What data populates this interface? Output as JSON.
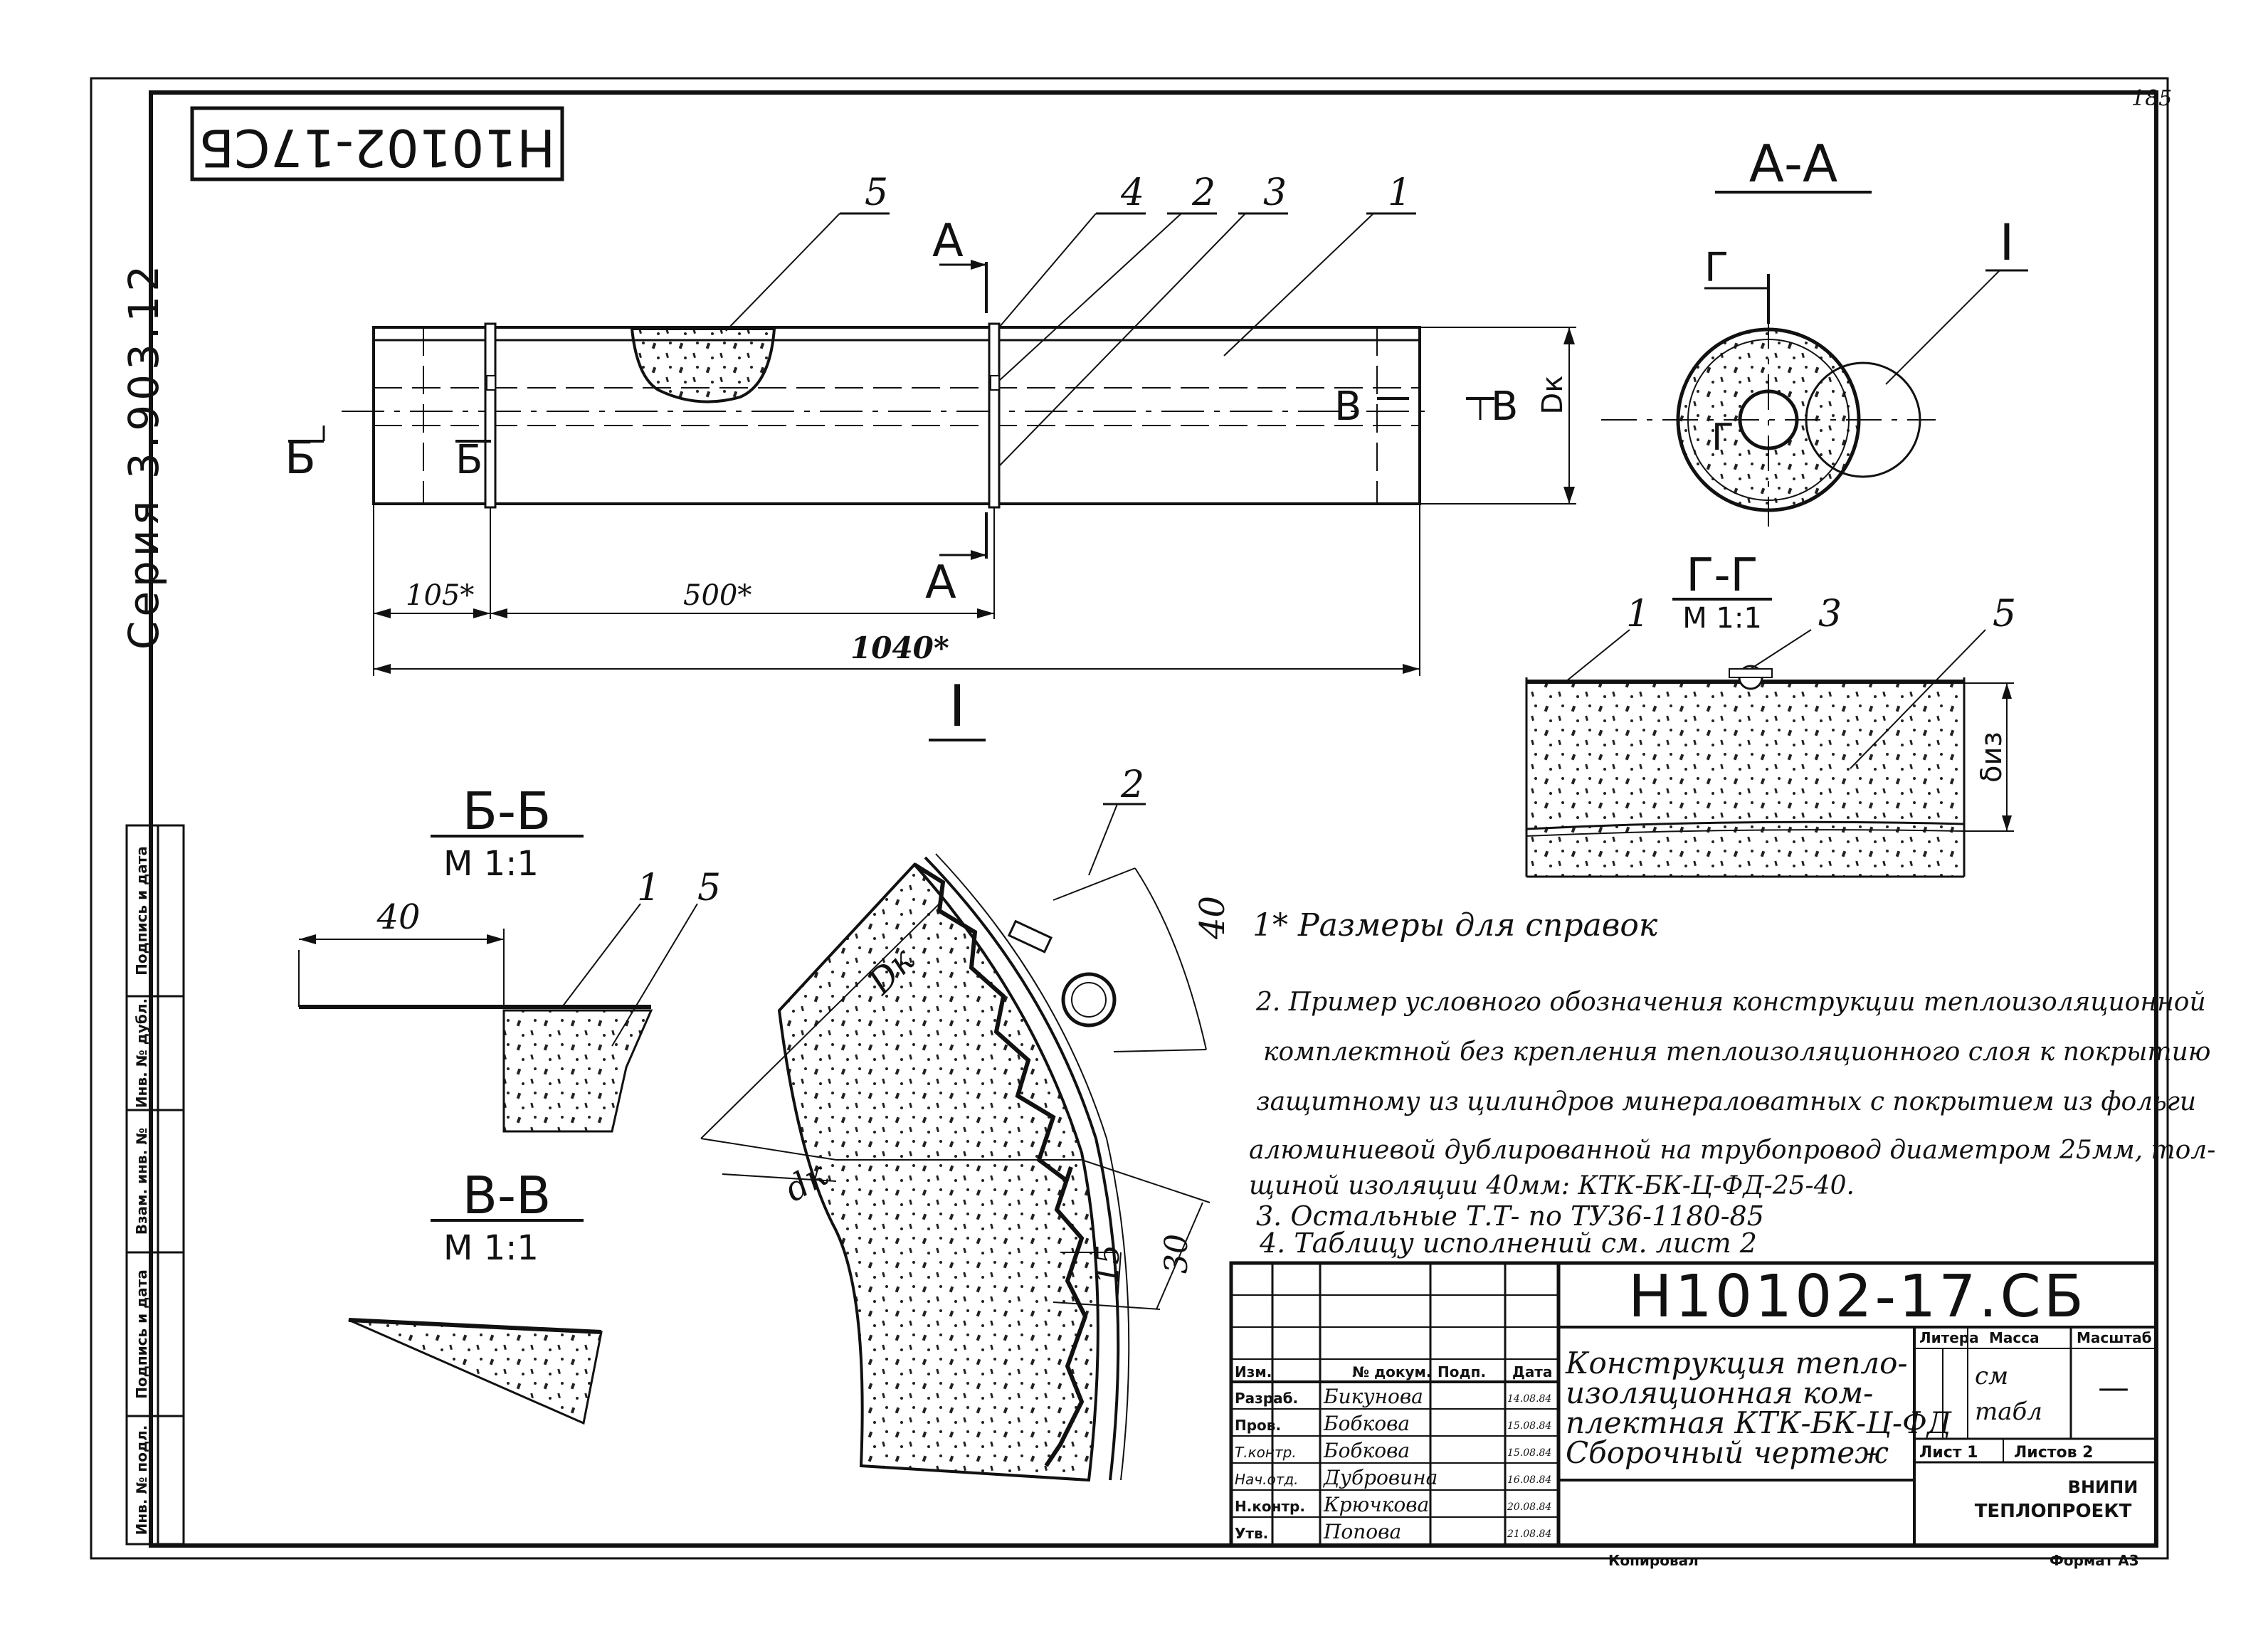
{
  "page_number": "185",
  "doc_code_rotated": "Н10102-17СБ",
  "series": "Серия 3.903.12",
  "section_aa": "А-А",
  "section_bb": "Б-Б",
  "section_vv": "В-В",
  "section_gg": "Г-Г",
  "scale_bb": "М 1:1",
  "scale_vv": "М 1:1",
  "scale_gg": "М 1:1",
  "view_label": "I",
  "view_label_aa": "I",
  "cut_a": "А",
  "cut_b": "Б",
  "cut_v": "В",
  "cut_g": "Г",
  "dk": "Dк",
  "dk_small": "dк",
  "delta_iz": "δиз",
  "callouts": [
    "5",
    "4",
    "2",
    "3",
    "1"
  ],
  "callouts_gg": [
    "1",
    "3",
    "5"
  ],
  "callouts_bb": [
    "1",
    "5"
  ],
  "callout_detail": "2",
  "dims": {
    "d105": "105*",
    "d500": "500*",
    "d1040": "1040*",
    "d40": "40",
    "d40_arc": "40",
    "d15": "15",
    "d30": "30"
  },
  "notes": {
    "n1": "1* Размеры для справок",
    "n2_l1": "2. Пример условного обозначения конструкции теплоизоляционной",
    "n2_l2": "комплектной без крепления теплоизоляционного слоя к покрытию",
    "n2_l3": "защитному из цилиндров минераловатных с покрытием из фольги",
    "n2_l4": "алюминиевой дублированной на трубопровод диаметром 25мм, тол-",
    "n2_l5": "щиной изоляции 40мм:  КТК-БК-Ц-ФД-25-40.",
    "n3": "3. Остальные  Т.Т- по  ТУ36-1180-85",
    "n4": "4. Таблицу  исполнений   см. лист 2"
  },
  "side_stamp": [
    "Инв. № подл.",
    "Подпись и дата",
    "Взам. инв. №",
    "Инв. № дубл.",
    "Подпись и дата"
  ],
  "title_block": {
    "code": "Н10102-17.СБ",
    "name_l1": "Конструкция тепло-",
    "name_l2": "изоляционная ком-",
    "name_l3": "плектная КТК-БК-Ц-ФД",
    "name_l4": "Сборочный  чертеж",
    "head_izm": "Изм.",
    "head_doc": "№ докум.",
    "head_sign": "Подп.",
    "head_date": "Дата",
    "rows": [
      {
        "role": "Разраб.",
        "name": "Бикунова",
        "date": "14.08.84"
      },
      {
        "role": "Пров.",
        "name": "Бобкова",
        "date": "15.08.84"
      },
      {
        "role": "Т.контр.",
        "name": "Бобкова",
        "date": "15.08.84"
      },
      {
        "role": "Нач.отд.",
        "name": "Дубровина",
        "date": "16.08.84"
      },
      {
        "role": "Н.контр.",
        "name": "Крючкова",
        "date": "20.08.84"
      },
      {
        "role": "Утв.",
        "name": "Попова",
        "date": "21.08.84"
      }
    ],
    "litera": "Литера",
    "mass": "Масса",
    "scale": "Масштаб",
    "mass_val_l1": "см",
    "mass_val_l2": "табл",
    "scale_val": "—",
    "sheet": "Лист 1",
    "sheets": "Листов 2",
    "org_l1": "ВНИПИ",
    "org_l2": "ТЕПЛОПРОЕКТ",
    "copied": "Копировал",
    "format": "Формат А3"
  }
}
